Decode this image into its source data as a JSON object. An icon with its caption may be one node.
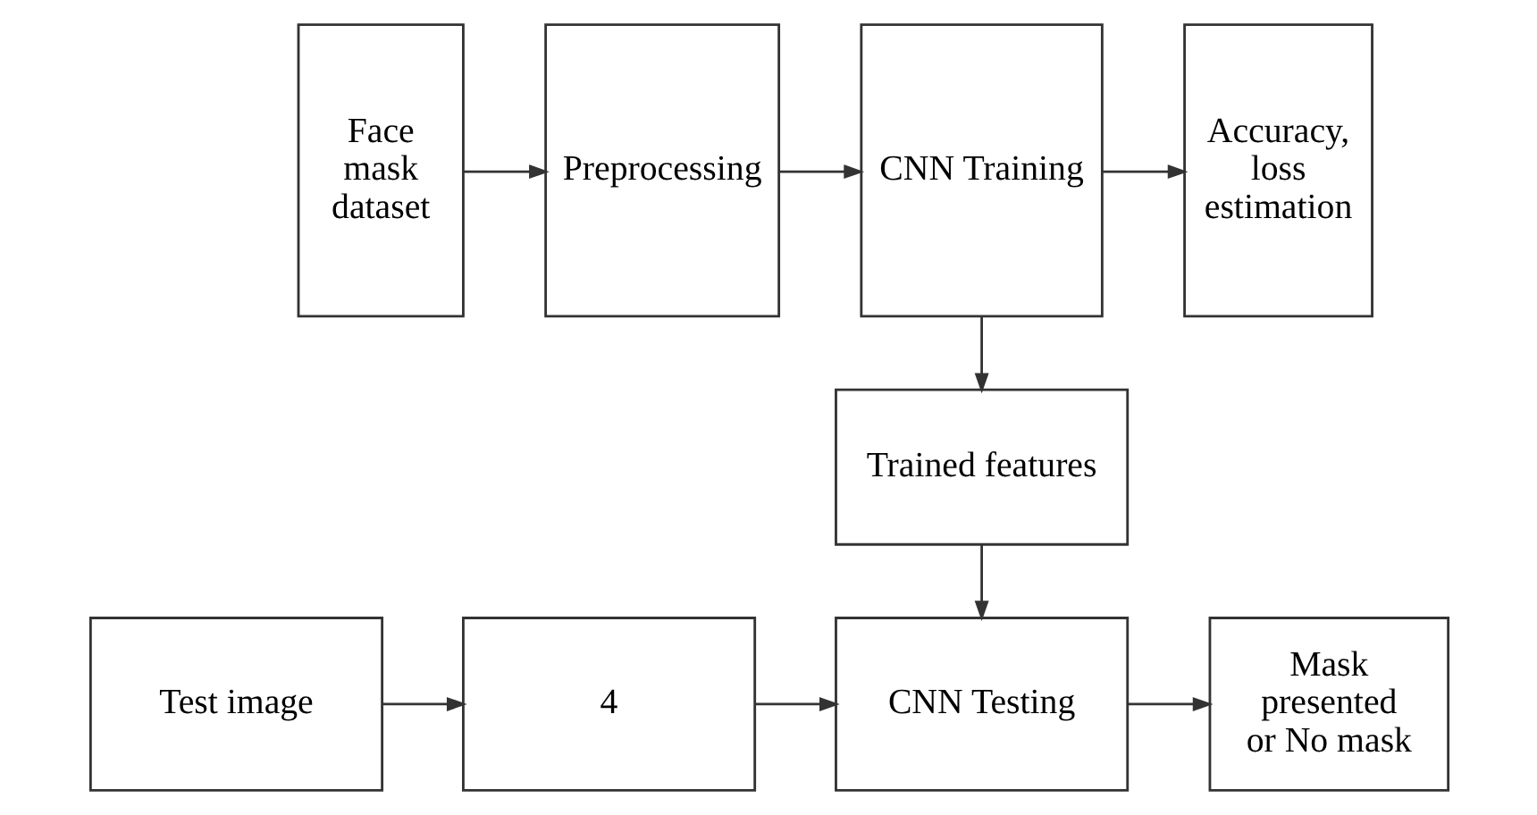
{
  "diagram": {
    "nodes": [
      {
        "text": [
          "Face mask dataset"
        ]
      },
      {
        "text": [
          "Preprocessing"
        ]
      },
      {
        "text": [
          "CNN Training"
        ]
      },
      {
        "text": [
          "Accuracy, loss estimation"
        ]
      },
      {
        "text": [
          "Trained features"
        ]
      },
      {
        "text": [
          "Test image"
        ]
      },
      {
        "text": [
          "4"
        ]
      },
      {
        "text": [
          "CNN Testing"
        ]
      },
      {
        "text": [
          "Mask presented or No mask"
        ]
      }
    ],
    "edges": [
      {
        "from": 0,
        "to": 1,
        "arrow": "to"
      },
      {
        "from": 1,
        "to": 2,
        "arrow": "to"
      },
      {
        "from": 2,
        "to": 3,
        "arrow": "to"
      },
      {
        "from": 2,
        "to": 4,
        "arrow": "to"
      },
      {
        "from": 4,
        "to": 7,
        "arrow": "to"
      },
      {
        "from": 5,
        "to": 6,
        "arrow": "to"
      },
      {
        "from": 6,
        "to": 7,
        "arrow": "to"
      },
      {
        "from": 7,
        "to": 8,
        "arrow": "to"
      }
    ]
  }
}
